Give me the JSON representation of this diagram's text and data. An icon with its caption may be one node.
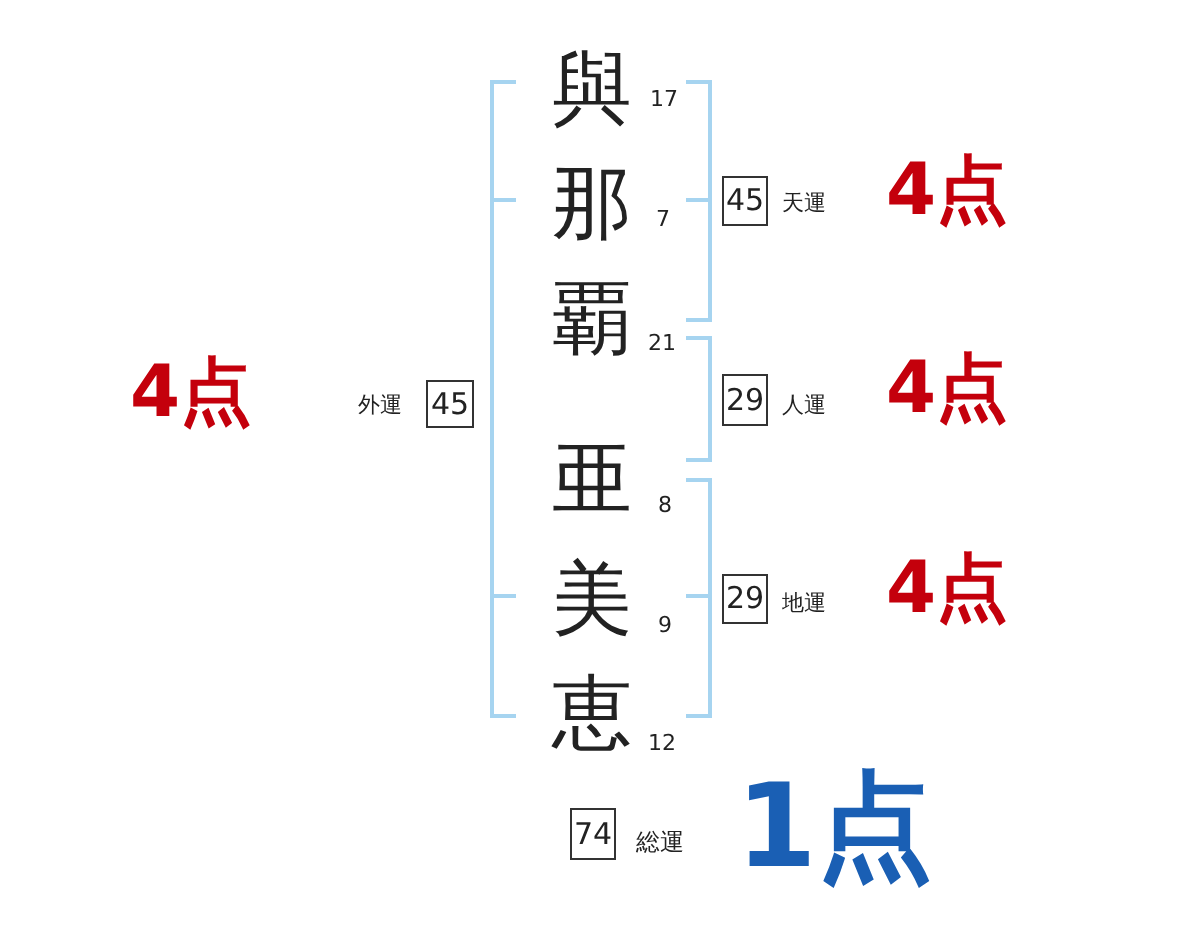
{
  "diagram": {
    "nodes": [
      {
        "text": [
          "45"
        ],
        "beside": [
          "天運",
          "4点"
        ]
      },
      {
        "text": [
          "45"
        ],
        "beside": [
          "外運",
          "4点"
        ]
      },
      {
        "text": [
          "29"
        ],
        "beside": [
          "人運",
          "4点"
        ]
      },
      {
        "text": [
          "29"
        ],
        "beside": [
          "地運",
          "4点"
        ]
      },
      {
        "text": [
          "74"
        ],
        "beside": [
          "総運",
          "1点"
        ]
      }
    ],
    "labels": [
      "與",
      "17",
      "那",
      "7",
      "覇",
      "21",
      "亜",
      "8",
      "美",
      "9",
      "恵",
      "12"
    ]
  }
}
